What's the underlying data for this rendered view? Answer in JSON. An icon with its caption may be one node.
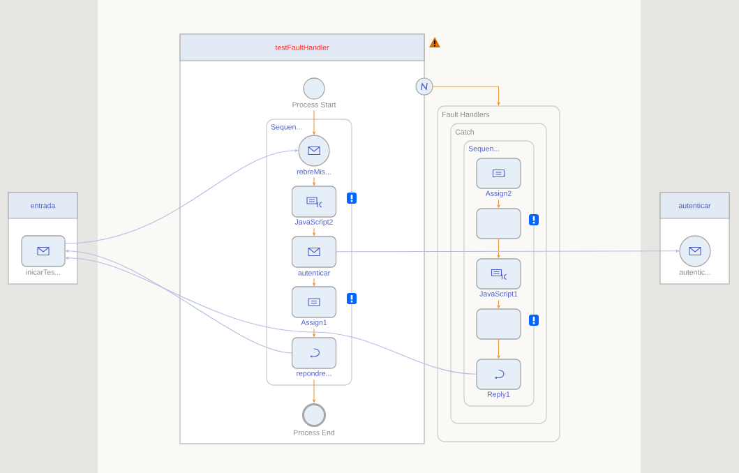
{
  "diagram": {
    "nodes": [
      {
        "text": [
          "entrada"
        ]
      },
      {
        "text": [
          "inicarTes..."
        ],
        "in": 0
      },
      {
        "text": [
          "testFaultHandler"
        ]
      },
      {
        "text": [
          "Process Start"
        ],
        "in": 2
      },
      {
        "text": [
          "Sequen..."
        ],
        "in": 2
      },
      {
        "text": [
          "rebreMis..."
        ],
        "in": 4
      },
      {
        "text": [
          "JavaScript2"
        ],
        "in": 4
      },
      {
        "text": [
          "autenticar"
        ],
        "in": 4
      },
      {
        "text": [
          "Assign1"
        ],
        "in": 4
      },
      {
        "text": [
          "repondre..."
        ],
        "in": 4
      },
      {
        "text": [
          "Process End"
        ],
        "in": 2
      },
      {
        "text": [],
        "shape": "circle"
      },
      {
        "text": [
          "Fault Handlers"
        ]
      },
      {
        "text": [
          "Catch"
        ],
        "in": 12
      },
      {
        "text": [
          "Sequen..."
        ],
        "in": 13
      },
      {
        "text": [
          "Assign2"
        ],
        "in": 14
      },
      {
        "text": [],
        "shape": "box",
        "in": 14
      },
      {
        "text": [
          "JavaScript1"
        ],
        "in": 14
      },
      {
        "text": [],
        "shape": "box",
        "in": 14
      },
      {
        "text": [
          "Reply1"
        ],
        "in": 14
      },
      {
        "text": [
          "autenticar"
        ]
      },
      {
        "text": [
          "autentic..."
        ],
        "in": 20
      }
    ],
    "edges": [
      {
        "from": 3,
        "to": 5,
        "arrow": "to"
      },
      {
        "from": 5,
        "to": 6,
        "arrow": "to"
      },
      {
        "from": 6,
        "to": 7,
        "arrow": "to"
      },
      {
        "from": 7,
        "to": 8,
        "arrow": "to"
      },
      {
        "from": 8,
        "to": 9,
        "arrow": "to"
      },
      {
        "from": 9,
        "to": 10,
        "arrow": "to"
      },
      {
        "from": 11,
        "to": 12,
        "arrow": "to"
      },
      {
        "from": 15,
        "to": 16,
        "arrow": "to"
      },
      {
        "from": 16,
        "to": 17,
        "arrow": "to"
      },
      {
        "from": 17,
        "to": 18,
        "arrow": "to"
      },
      {
        "from": 18,
        "to": 19,
        "arrow": "to"
      },
      {
        "from": 1,
        "to": 5,
        "arrow": "to",
        "color": "#b4bce4"
      },
      {
        "from": 7,
        "to": 21,
        "arrow": "to",
        "color": "#b4bce4"
      },
      {
        "from": 9,
        "to": 1,
        "arrow": "to",
        "color": "#b4bce4"
      },
      {
        "from": 19,
        "to": 1,
        "arrow": "to",
        "color": "#b4bce4"
      }
    ]
  }
}
